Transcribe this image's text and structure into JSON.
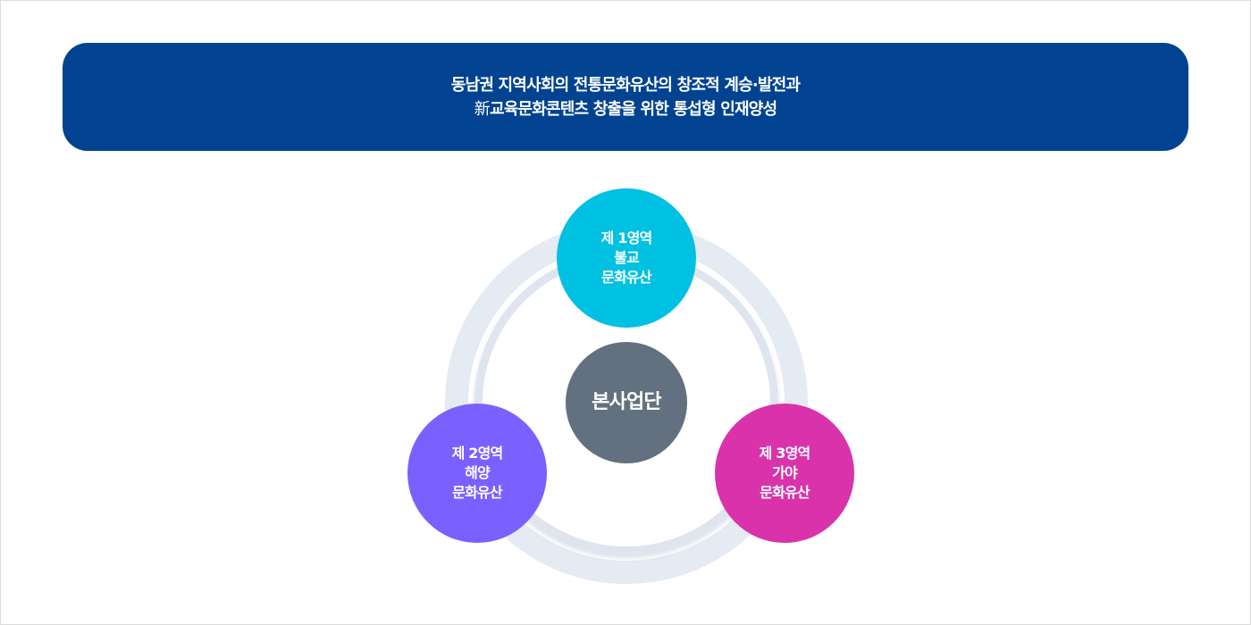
{
  "banner": {
    "line1": "동남권 지역사회의 전통문화유산의 창조적 계승·발전과",
    "line2_prefix": "新",
    "line2": "교육문화콘텐츠 창출을 위한 통섭형 인재양성"
  },
  "center": {
    "label": "본사업단"
  },
  "areas": [
    {
      "title": "제 1영역",
      "sub": "불교",
      "sub2": "문화유산",
      "color": "#00c1e1"
    },
    {
      "title": "제 2영역",
      "sub": "해양",
      "sub2": "문화유산",
      "color": "#7a60ff"
    },
    {
      "title": "제 3영역",
      "sub": "가야",
      "sub2": "문화유산",
      "color": "#d932ab"
    }
  ]
}
